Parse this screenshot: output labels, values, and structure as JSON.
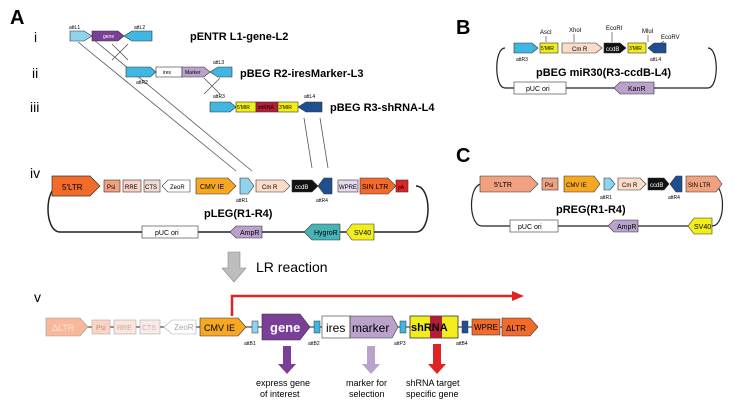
{
  "panels": {
    "A": "A",
    "B": "B",
    "C": "C"
  },
  "rows": {
    "i": "i",
    "ii": "ii",
    "iii": "iii",
    "iv": "iv",
    "v": "v"
  },
  "a": {
    "i": {
      "attL1": "attL1",
      "gene": "gene",
      "attL2": "attL2",
      "title": "pENTR L1-gene-L2"
    },
    "ii": {
      "attR2": "attR2",
      "ires": "ires",
      "marker": "Marker",
      "attL3": "attL3",
      "title": "pBEG R2-iresMarker-L3"
    },
    "iii": {
      "attR3": "attR3",
      "mir5": "5'MIR",
      "shrna": "shRNA",
      "mir3": "3'MIR",
      "attL4": "attL4",
      "title": "pBEG R3-shRNA-L4"
    },
    "iv": {
      "ltr5": "5'LTR",
      "psi": "Psi",
      "rre": "RRE",
      "cts": "CTS",
      "zeor": "ZeoR",
      "cmv": "CMV IE",
      "attr1": "attR1",
      "cmr": "Cm R",
      "ccdb": "ccdB",
      "attr4": "attR4",
      "wpre": "WPRE",
      "sinltr": "SIN LTR",
      "pa": "pA",
      "title": "pLEG(R1-R4)",
      "puc": "pUC ori",
      "ampr": "AmpR",
      "hygror": "HygroR",
      "sv40": "SV40"
    },
    "lr": "LR reaction",
    "v": {
      "dltr": "ΔLTR",
      "psi": "Psi",
      "rre": "RRE",
      "cts": "CTS",
      "zeor": "ZeoR",
      "cmv": "CMV IE",
      "gene": "gene",
      "ires": "ires",
      "marker": "marker",
      "shrna": "shRNA",
      "wpre": "WPRE",
      "dltr2": "ΔLTR",
      "attb1": "attB1",
      "attb2": "attB2",
      "attp3": "attP3",
      "attb4": "attB4"
    },
    "notes": {
      "gene1": "express gene",
      "gene2": "of interest",
      "marker1": "marker for",
      "marker2": "selection",
      "shrna1": "shRNA target",
      "shrna2": "specific gene"
    }
  },
  "b": {
    "asci": "AscI",
    "xhoi": "XhoI",
    "ecori": "EcoRI",
    "mlui": "MluI",
    "ecorv": "EcoRV",
    "attr3": "attR3",
    "mir5": "5'MIR",
    "cmr": "Cm R",
    "ccdb": "ccdB",
    "mir3": "3'MIR",
    "attl4": "attL4",
    "title": "pBEG miR30(R3-ccdB-L4)",
    "puc": "pUC ori",
    "kanr": "KanR"
  },
  "c": {
    "ltr5": "5'LTR",
    "psi": "Psi",
    "cmv": "CMV IE",
    "attr1": "attR1",
    "cmr": "Cm R",
    "ccdb": "ccdB",
    "attr4": "attR4",
    "sinltr": "SIN LTR",
    "title": "pREG(R1-R4)",
    "puc": "pUC ori",
    "ampr": "AmpR",
    "sv40": "SV40"
  },
  "colors": {
    "cyan": "#3fb7e2",
    "purple": "#7a3f97",
    "lavender": "#b9a3cd",
    "orange": "#f7a823",
    "red": "#e02424",
    "navy": "#1f4f8f",
    "yellow": "#f2ee1b",
    "salmon": "#f0a280",
    "hygro": "#47b3b5"
  }
}
